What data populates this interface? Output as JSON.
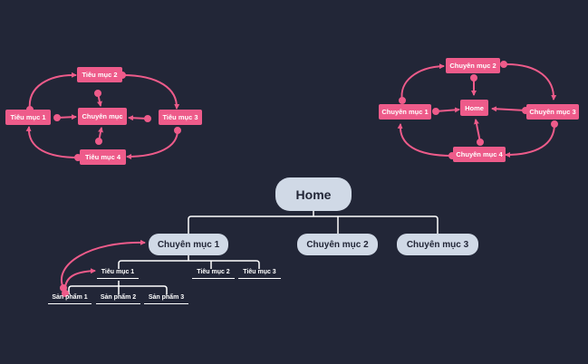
{
  "diagram_left": {
    "center": "Chuyên mục",
    "top": "Tiêu mục 2",
    "left": "Tiêu mục 1",
    "right": "Tiêu mục 3",
    "bottom": "Tiêu mục 4"
  },
  "diagram_right": {
    "center": "Home",
    "top": "Chuyên mục 2",
    "left": "Chuyên mục 1",
    "right": "Chuyên mục 3",
    "bottom": "Chuyên mục 4"
  },
  "sitemap": {
    "root": "Home",
    "categories": [
      "Chuyên mục 1",
      "Chuyên mục 2",
      "Chuyên mục 3"
    ],
    "subcategories": [
      "Tiêu mục 1",
      "Tiêu mục 2",
      "Tiêu mục 3"
    ],
    "products": [
      "Sản phẩm 1",
      "Sản phẩm 2",
      "Sản phẩm 3"
    ]
  },
  "colors": {
    "background": "#222637",
    "accent": "#ee5b8a",
    "node_fill": "#d0d9e6",
    "line": "#ffffff"
  }
}
